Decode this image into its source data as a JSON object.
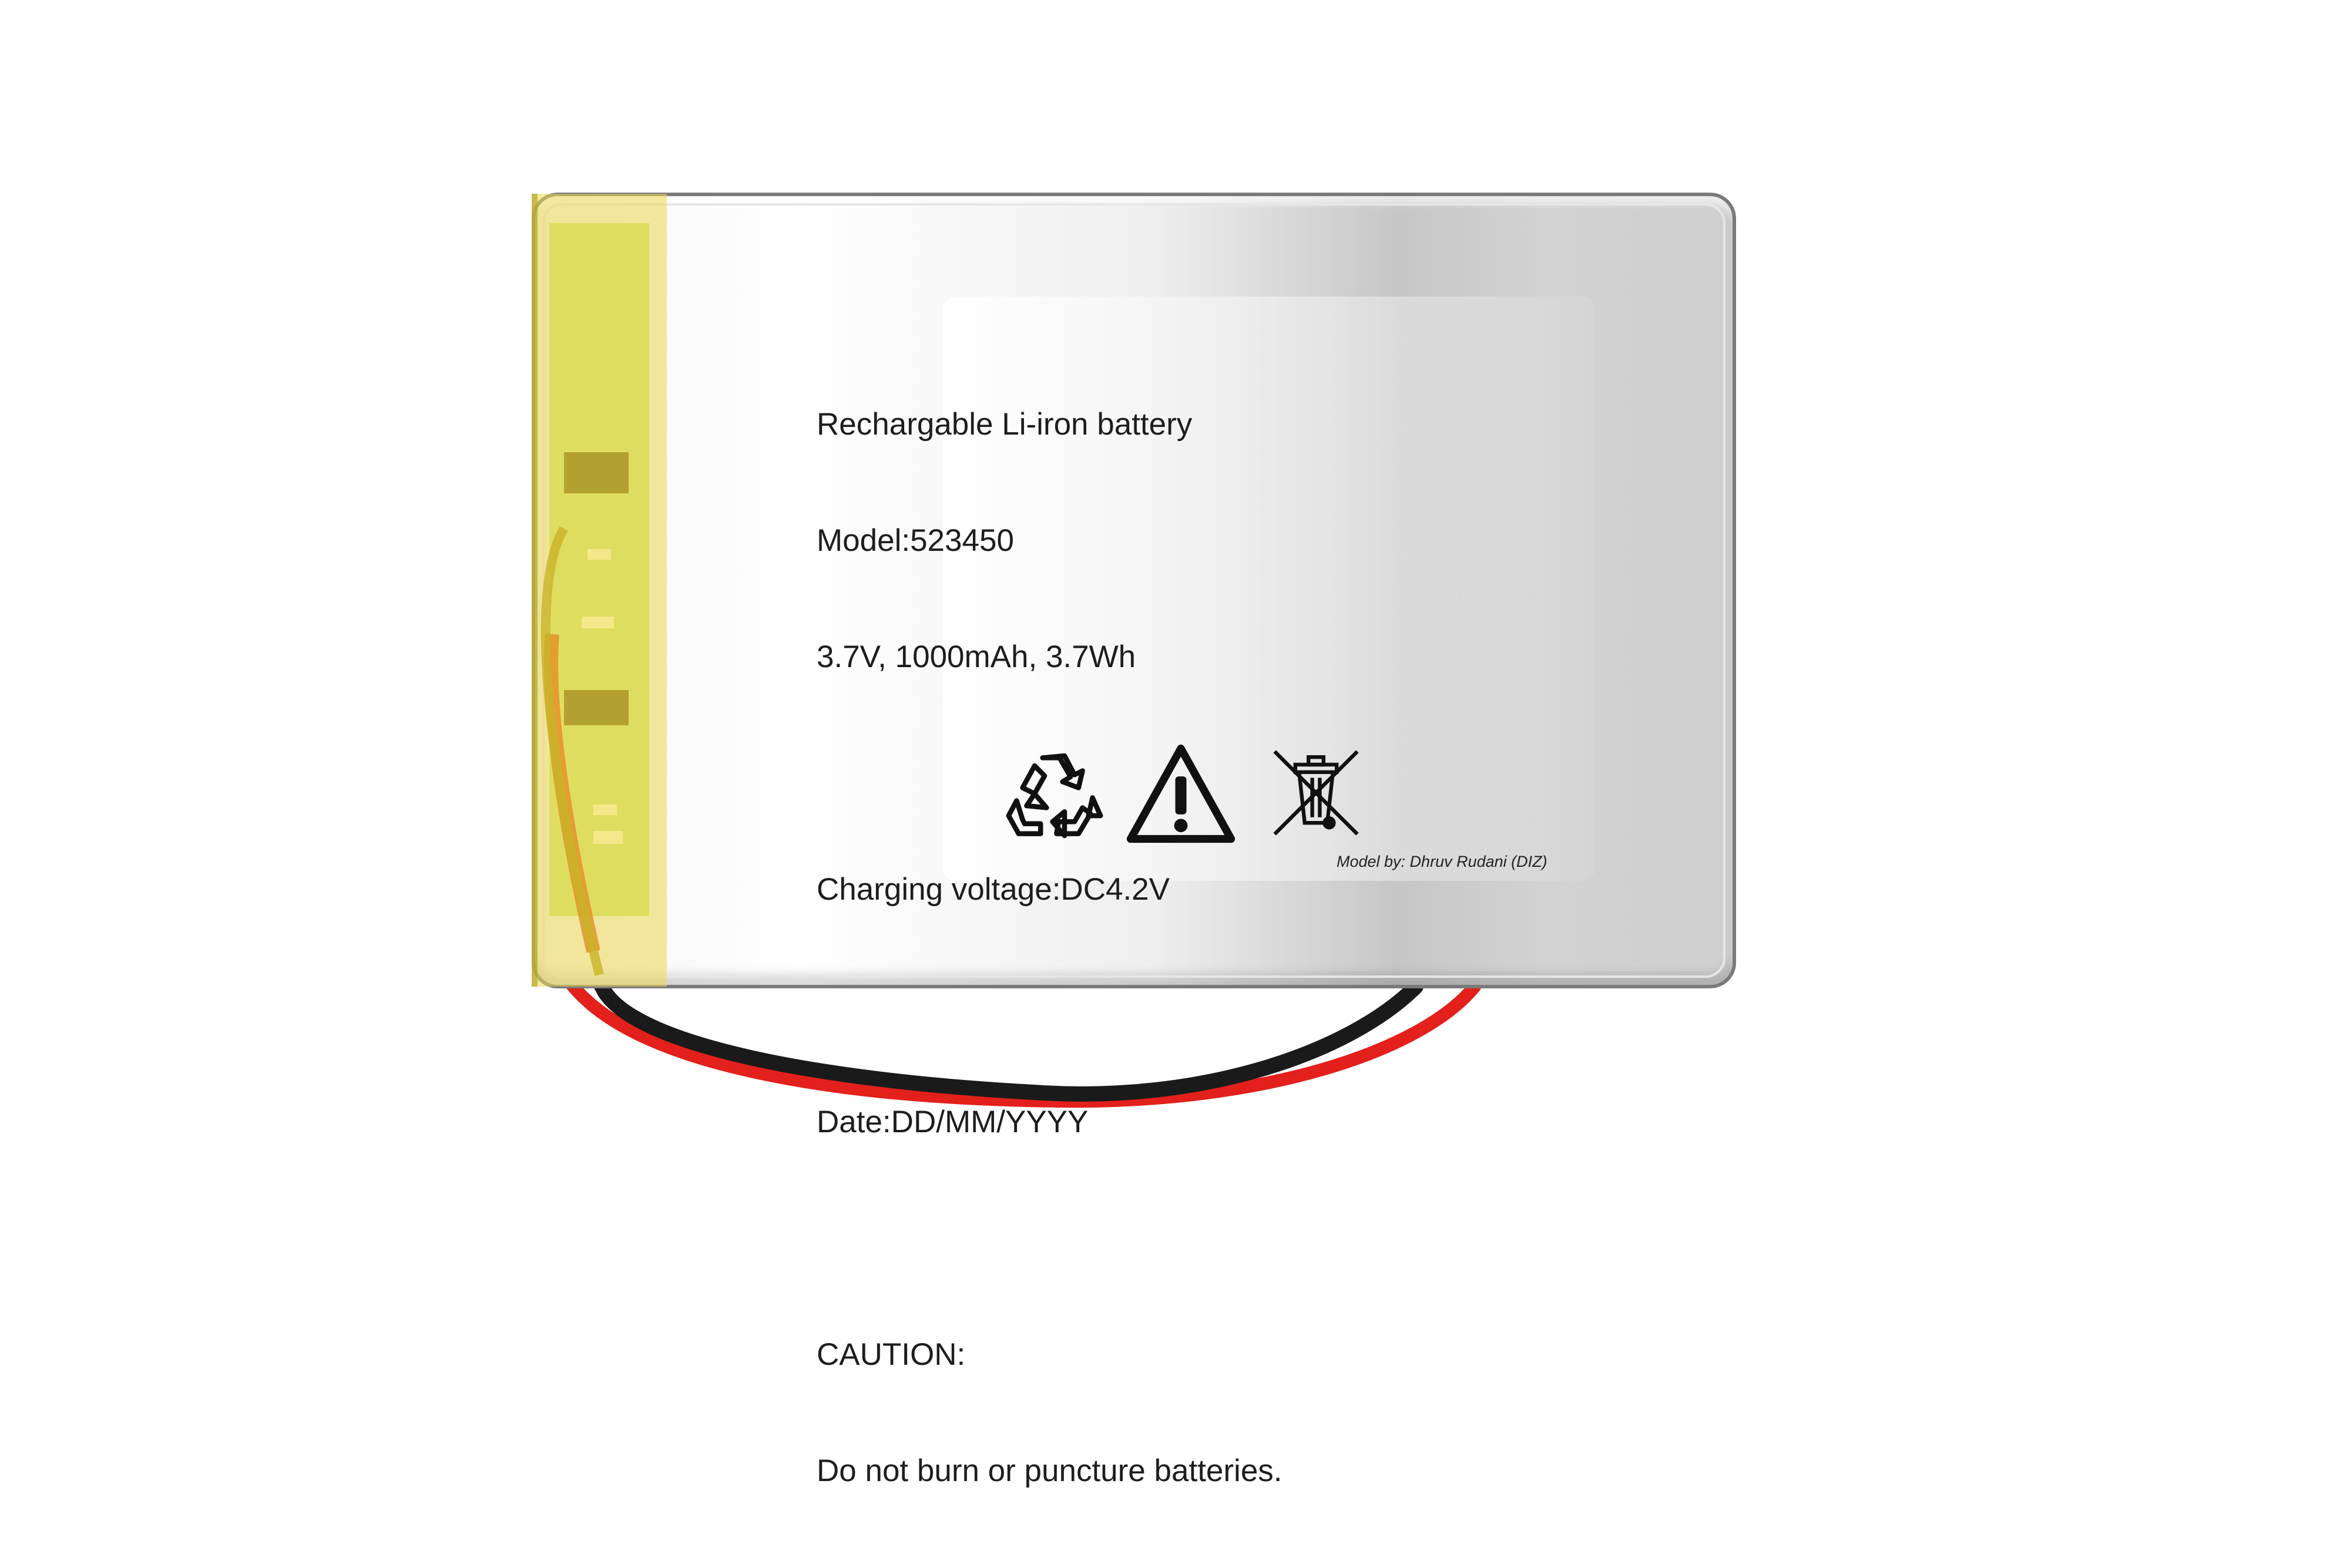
{
  "label": {
    "line1": "Rechargable Li-iron battery",
    "line2": "Model:523450",
    "line3": "3.7V, 1000mAh, 3.7Wh",
    "line4": "Charging voltage:DC4.2V",
    "line5": "Date:DD/MM/YYYY",
    "line6": "CAUTION:",
    "line7": "Do not burn or puncture batteries."
  },
  "credit": "Model by: Dhruv Rudani (DIZ)",
  "icons": [
    "recycle-icon",
    "warning-icon",
    "crossed-bin-icon"
  ],
  "colors": {
    "wire_red": "#e3201b",
    "wire_black": "#1a1a1a",
    "tape_yellow": "#ecd850",
    "pcb_green": "#c8de5a"
  }
}
